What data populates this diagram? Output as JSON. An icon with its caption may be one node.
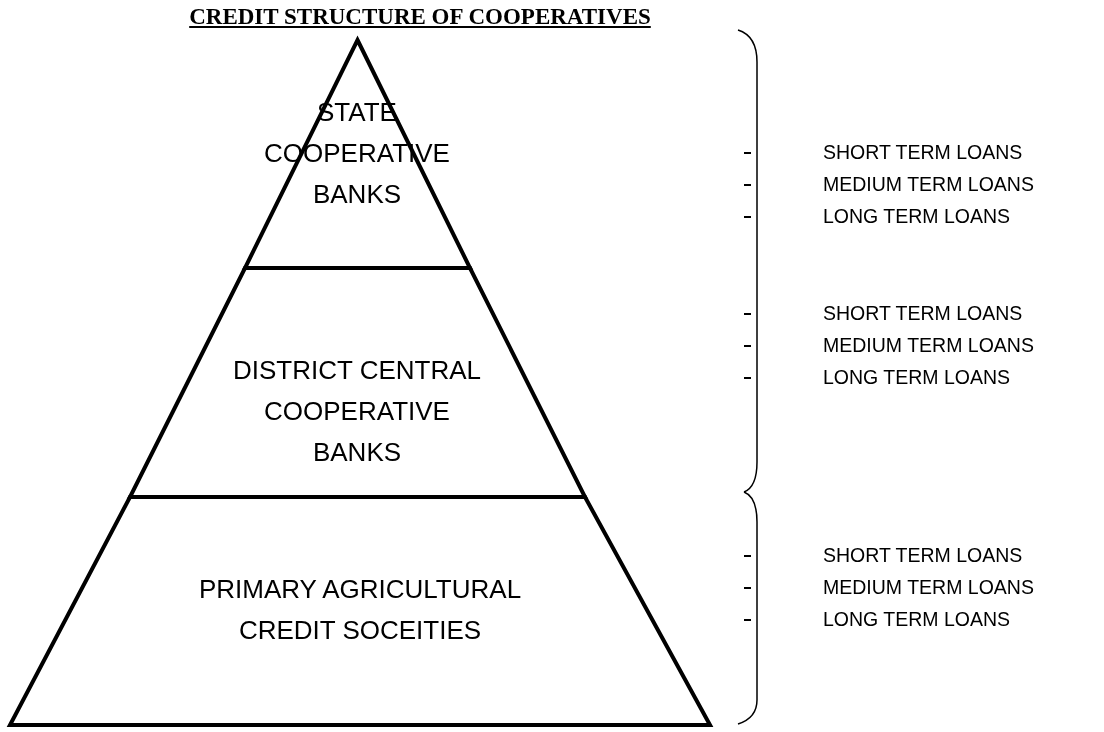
{
  "diagram": {
    "title": "CREDIT STRUCTURE OF COOPERATIVES",
    "nodes": [
      {
        "text": [
          "STATE COOPERATIVE BANKS"
        ]
      },
      {
        "text": [
          "DISTRICT CENTRAL COOPERATIVE BANKS"
        ]
      },
      {
        "text": [
          "PRIMARY AGRICULTURAL CREDIT SOCEITIES"
        ]
      }
    ],
    "edges": [],
    "labels": [
      "SHORT TERM LOANS",
      "MEDIUM TERM LOANS",
      "LONG TERM LOANS",
      "SHORT TERM LOANS",
      "MEDIUM TERM LOANS",
      "LONG TERM LOANS",
      "SHORT TERM LOANS",
      "MEDIUM TERM LOANS",
      "LONG TERM LOANS"
    ]
  }
}
